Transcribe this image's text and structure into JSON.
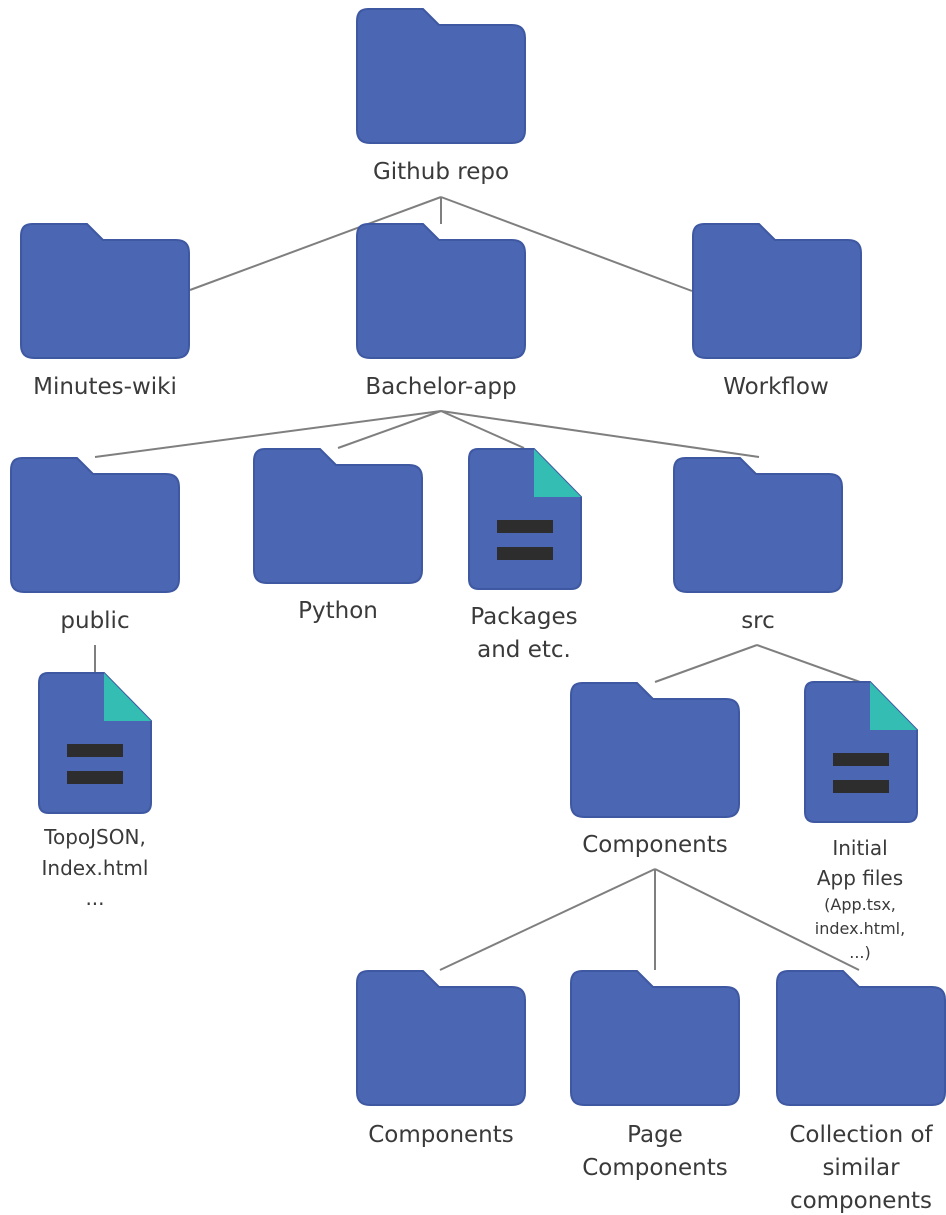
{
  "colors": {
    "folder": "#4b66b2",
    "folder_stroke": "#3f58a2",
    "corner": "#34bdb3",
    "bars": "#2d2d2d",
    "line": "#7f7f7f",
    "text": "#3a3a3a"
  },
  "nodes": {
    "github_repo": {
      "icon": "folder-icon",
      "label": "Github repo"
    },
    "minutes_wiki": {
      "icon": "folder-icon",
      "label": "Minutes-wiki"
    },
    "bachelor_app": {
      "icon": "folder-icon",
      "label": "Bachelor-app"
    },
    "workflow": {
      "icon": "folder-icon",
      "label": "Workflow"
    },
    "public": {
      "icon": "folder-icon",
      "label": "public"
    },
    "python": {
      "icon": "folder-icon",
      "label": "Python"
    },
    "packages": {
      "icon": "file-icon",
      "label_lines": [
        "Packages",
        "and etc."
      ]
    },
    "src": {
      "icon": "folder-icon",
      "label": "src"
    },
    "topojson": {
      "icon": "file-icon",
      "label_lines": [
        "TopoJSON,",
        "Index.html",
        "..."
      ]
    },
    "components": {
      "icon": "folder-icon",
      "label": "Components"
    },
    "initial_app_files": {
      "icon": "file-icon",
      "label_lines": [
        "Initial",
        "App files"
      ],
      "sublabel_lines": [
        "(App.tsx,",
        "index.html,",
        "...)"
      ]
    },
    "components_sub": {
      "icon": "folder-icon",
      "label": "Components"
    },
    "page_components": {
      "icon": "folder-icon",
      "label_lines": [
        "Page",
        "Components"
      ]
    },
    "collection": {
      "icon": "folder-icon",
      "label_lines": [
        "Collection of",
        "similar",
        "components"
      ]
    }
  }
}
